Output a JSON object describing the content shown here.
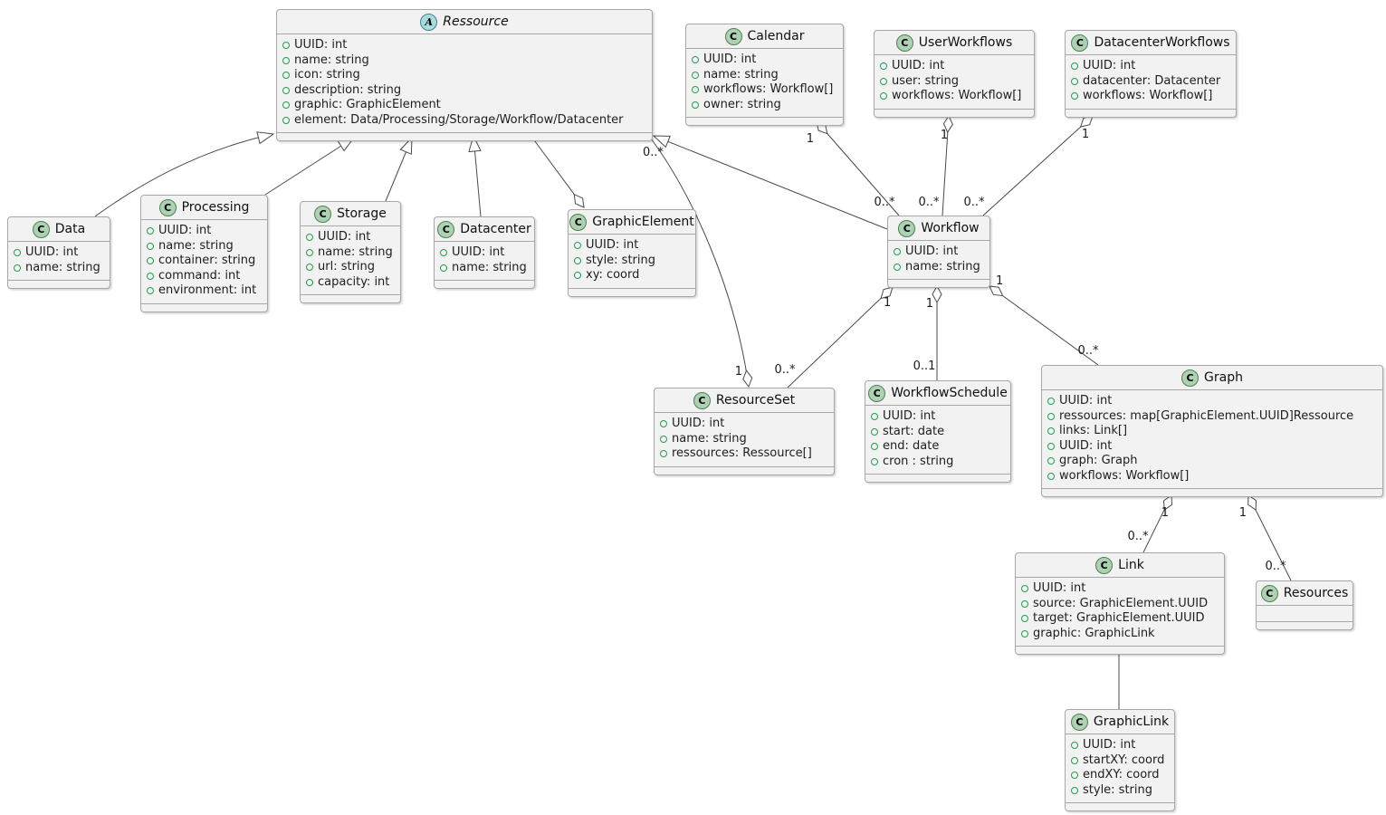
{
  "diagram_type": "uml-class-diagram",
  "colors": {
    "box_background": "#f2f2f2",
    "box_border": "#a7a7a7",
    "line": "#4a4a4a",
    "class_icon_background": "#ADD1B2",
    "abstract_icon_background": "#A9DCDF",
    "field_dot": "#259b51"
  },
  "classes": [
    {
      "name": "Ressource",
      "abstract": true,
      "icon_letter": "A",
      "attrs": [
        "UUID: int",
        "name: string",
        "icon: string",
        "description: string",
        "graphic: GraphicElement",
        "element: Data/Processing/Storage/Workflow/Datacenter"
      ]
    },
    {
      "name": "Calendar",
      "abstract": false,
      "icon_letter": "C",
      "attrs": [
        "UUID: int",
        "name: string",
        "workflows: Workflow[]",
        "owner: string"
      ]
    },
    {
      "name": "UserWorkflows",
      "abstract": false,
      "icon_letter": "C",
      "attrs": [
        "UUID: int",
        "user: string",
        "workflows: Workflow[]"
      ]
    },
    {
      "name": "DatacenterWorkflows",
      "abstract": false,
      "icon_letter": "C",
      "attrs": [
        "UUID: int",
        "datacenter: Datacenter",
        "workflows: Workflow[]"
      ]
    },
    {
      "name": "Data",
      "abstract": false,
      "icon_letter": "C",
      "attrs": [
        "UUID: int",
        "name: string"
      ]
    },
    {
      "name": "Processing",
      "abstract": false,
      "icon_letter": "C",
      "attrs": [
        "UUID: int",
        "name: string",
        "container: string",
        "command: int",
        "environment: int"
      ]
    },
    {
      "name": "Storage",
      "abstract": false,
      "icon_letter": "C",
      "attrs": [
        "UUID: int",
        "name: string",
        "url: string",
        "capacity: int"
      ]
    },
    {
      "name": "Datacenter",
      "abstract": false,
      "icon_letter": "C",
      "attrs": [
        "UUID: int",
        "name: string"
      ]
    },
    {
      "name": "GraphicElement",
      "abstract": false,
      "icon_letter": "C",
      "attrs": [
        "UUID: int",
        "style: string",
        "xy: coord"
      ]
    },
    {
      "name": "Workflow",
      "abstract": false,
      "icon_letter": "C",
      "attrs": [
        "UUID: int",
        "name: string"
      ]
    },
    {
      "name": "ResourceSet",
      "abstract": false,
      "icon_letter": "C",
      "attrs": [
        "UUID: int",
        "name: string",
        "ressources: Ressource[]"
      ]
    },
    {
      "name": "WorkflowSchedule",
      "abstract": false,
      "icon_letter": "C",
      "attrs": [
        "UUID: int",
        "start: date",
        "end: date",
        "cron : string"
      ]
    },
    {
      "name": "Graph",
      "abstract": false,
      "icon_letter": "C",
      "attrs": [
        "UUID: int",
        "ressources: map[GraphicElement.UUID]Ressource",
        "links: Link[]",
        "UUID: int",
        "graph: Graph",
        "workflows: Workflow[]"
      ]
    },
    {
      "name": "Link",
      "abstract": false,
      "icon_letter": "C",
      "attrs": [
        "UUID: int",
        "source: GraphicElement.UUID",
        "target: GraphicElement.UUID",
        "graphic: GraphicLink"
      ]
    },
    {
      "name": "Resources",
      "abstract": false,
      "icon_letter": "C",
      "attrs": []
    },
    {
      "name": "GraphicLink",
      "abstract": false,
      "icon_letter": "C",
      "attrs": [
        "UUID: int",
        "startXY: coord",
        "endXY: coord",
        "style: string"
      ]
    }
  ],
  "relationships": [
    {
      "source": "Data",
      "target": "Ressource",
      "type": "generalization"
    },
    {
      "source": "Processing",
      "target": "Ressource",
      "type": "generalization"
    },
    {
      "source": "Storage",
      "target": "Ressource",
      "type": "generalization"
    },
    {
      "source": "Datacenter",
      "target": "Ressource",
      "type": "generalization"
    },
    {
      "source": "Workflow",
      "target": "Ressource",
      "type": "generalization"
    },
    {
      "source": "Ressource",
      "target": "ResourceSet",
      "type": "aggregation",
      "source_label": "0..*",
      "target_label": "1"
    },
    {
      "source": "Ressource",
      "target": "GraphicElement",
      "type": "aggregation",
      "source_label": "",
      "target_label": ""
    },
    {
      "source": "Workflow",
      "target": "Calendar",
      "type": "aggregation",
      "source_label": "0..*",
      "target_label": "1"
    },
    {
      "source": "Workflow",
      "target": "UserWorkflows",
      "type": "aggregation",
      "source_label": "0..*",
      "target_label": "1"
    },
    {
      "source": "Workflow",
      "target": "DatacenterWorkflows",
      "type": "aggregation",
      "source_label": "0..*",
      "target_label": "1"
    },
    {
      "source": "ResourceSet",
      "target": "Workflow",
      "type": "aggregation",
      "source_label": "0..*",
      "target_label": "1"
    },
    {
      "source": "WorkflowSchedule",
      "target": "Workflow",
      "type": "aggregation",
      "source_label": "0..1",
      "target_label": "1"
    },
    {
      "source": "Graph",
      "target": "Workflow",
      "type": "aggregation",
      "source_label": "0..*",
      "target_label": "1"
    },
    {
      "source": "Link",
      "target": "Graph",
      "type": "aggregation",
      "source_label": "0..*",
      "target_label": "1"
    },
    {
      "source": "Resources",
      "target": "Graph",
      "type": "aggregation",
      "source_label": "0..*",
      "target_label": "1"
    },
    {
      "source": "Link",
      "target": "GraphicLink",
      "type": "association"
    }
  ]
}
